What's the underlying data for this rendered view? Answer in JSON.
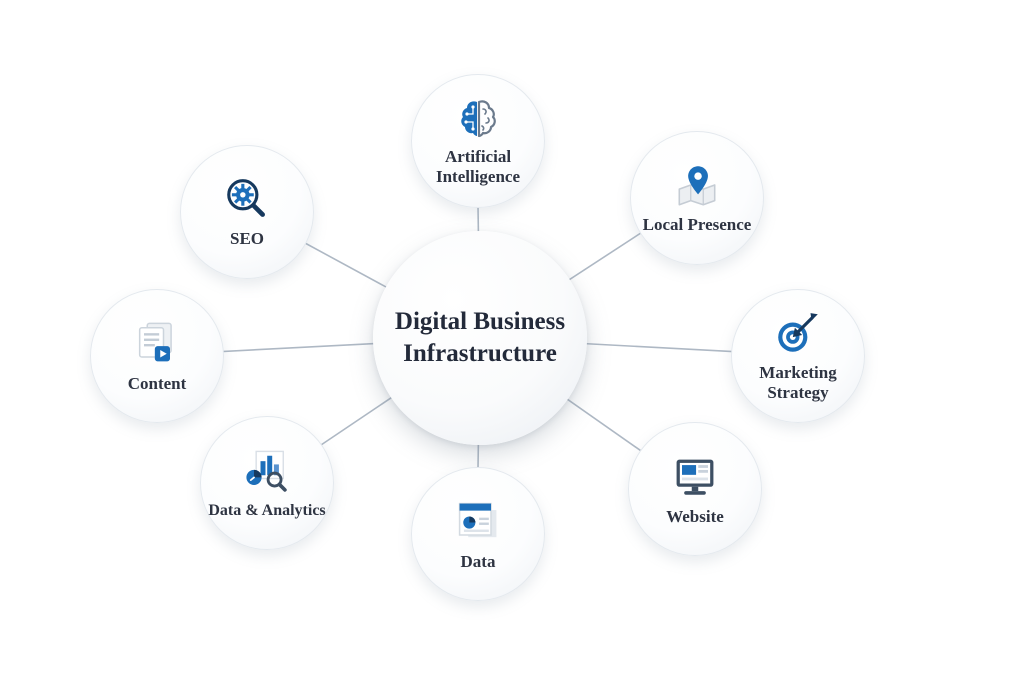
{
  "diagram": {
    "center": {
      "title": "Digital Business Infrastructure"
    },
    "nodes": [
      {
        "label": "SEO",
        "icon": "gear-magnifier-icon"
      },
      {
        "label": "Artificial Intelligence",
        "icon": "brain-circuit-icon"
      },
      {
        "label": "Local Presence",
        "icon": "map-pin-icon"
      },
      {
        "label": "Marketing Strategy",
        "icon": "target-arrow-icon"
      },
      {
        "label": "Website",
        "icon": "monitor-icon"
      },
      {
        "label": "Data",
        "icon": "document-pie-chart-icon"
      },
      {
        "label": "Data & Analytics",
        "icon": "bar-chart-magnifier-icon"
      },
      {
        "label": "Content",
        "icon": "documents-play-icon"
      }
    ],
    "colors": {
      "accent_blue": "#1d6fba",
      "dark_navy": "#16395e",
      "connector_line": "#aeb8c4",
      "text": "#2e3442"
    }
  }
}
